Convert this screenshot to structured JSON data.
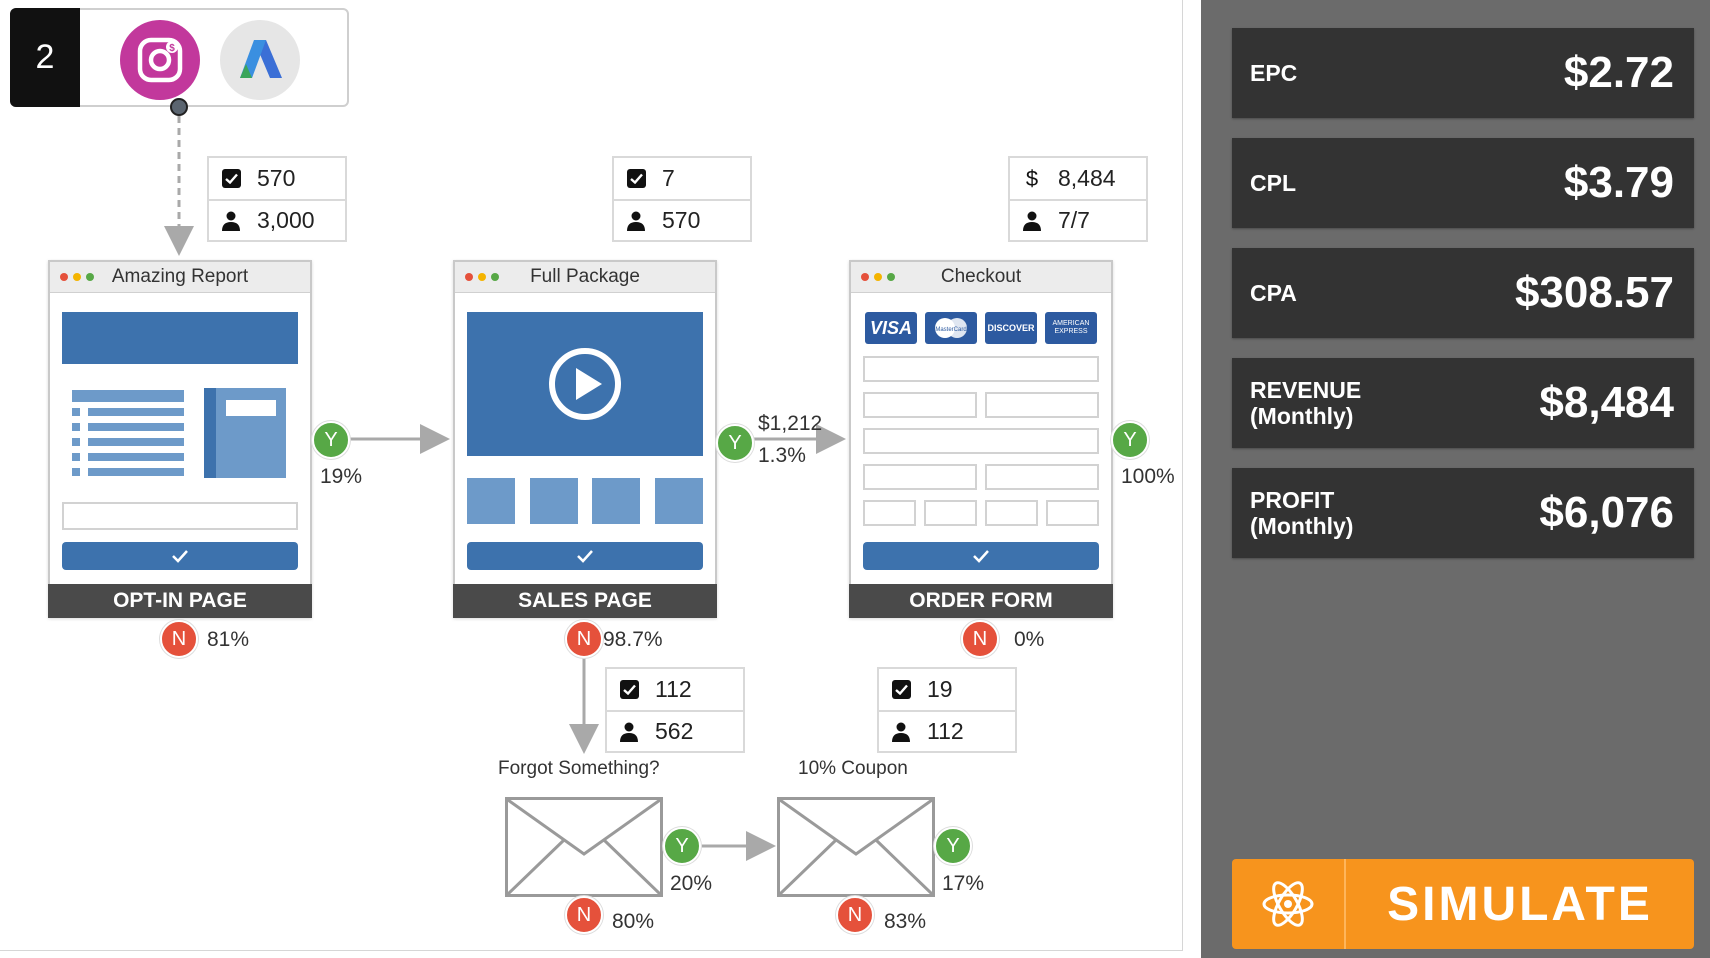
{
  "source": {
    "number": "2",
    "icons": [
      "instagram-icon",
      "adwords-icon"
    ]
  },
  "stats": {
    "optin": {
      "top": "570",
      "bottom": "3,000"
    },
    "sales": {
      "top": "7",
      "bottom": "570"
    },
    "order": {
      "top": "8,484",
      "bottom": "7/7"
    },
    "forgot": {
      "top": "112",
      "bottom": "562"
    },
    "coupon": {
      "top": "19",
      "bottom": "112"
    }
  },
  "pages": {
    "optin": {
      "title": "Amazing Report",
      "footer": "OPT-IN PAGE"
    },
    "sales": {
      "title": "Full Package",
      "footer": "SALES PAGE"
    },
    "order": {
      "title": "Checkout",
      "footer": "ORDER FORM"
    }
  },
  "flow": {
    "optin_yes": "19%",
    "optin_no": "81%",
    "sales_yes_value": "$1,212",
    "sales_yes_pct": "1.3%",
    "sales_no": "98.7%",
    "order_yes": "100%",
    "order_no": "0%",
    "forgot_yes": "20%",
    "forgot_no": "80%",
    "coupon_yes": "17%",
    "coupon_no": "83%",
    "yes_label": "Y",
    "no_label": "N"
  },
  "emails": {
    "forgot": "Forgot Something?",
    "coupon": "10% Coupon"
  },
  "cards": {
    "visa": "VISA",
    "mastercard": "MasterCard",
    "discover": "DISCOVER",
    "amex": "AMERICAN EXPRESS"
  },
  "metrics": [
    {
      "label": "EPC",
      "sub": "",
      "value": "$2.72"
    },
    {
      "label": "CPL",
      "sub": "",
      "value": "$3.79"
    },
    {
      "label": "CPA",
      "sub": "",
      "value": "$308.57"
    },
    {
      "label": "REVENUE",
      "sub": "(Monthly)",
      "value": "$8,484"
    },
    {
      "label": "PROFIT",
      "sub": "(Monthly)",
      "value": "$6,076"
    }
  ],
  "simulate_label": "SIMULATE",
  "colors": {
    "yes": "#57a846",
    "no": "#e5513b",
    "page_blue": "#3d72ad",
    "sidebar": "#6b6b6b",
    "metric_bg": "#333333",
    "simulate": "#f7941d"
  }
}
